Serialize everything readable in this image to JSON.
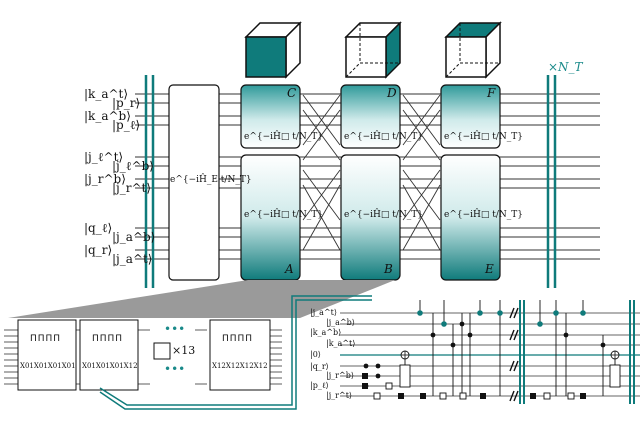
{
  "left_labels": [
    {
      "ket_a": "|k_a^t⟩",
      "ket_b": "|p_r⟩"
    },
    {
      "ket_a": "|k_a^b⟩",
      "ket_b": "|p_ℓ⟩"
    },
    {
      "ket_a": "|j_ℓ^t⟩",
      "ket_b": "|j_ℓ^b⟩"
    },
    {
      "ket_a": "|j_r^b⟩",
      "ket_b": "|j_r^t⟩"
    },
    {
      "ket_a": "|q_ℓ⟩",
      "ket_b": "|j_a^b⟩"
    },
    {
      "ket_a": "|q_r⟩",
      "ket_b": "|j_a^t⟩"
    }
  ],
  "electric_gate": "e^{−iĤ_E t/N_T}",
  "plaquette_gates": [
    {
      "top_letter": "C",
      "bottom_letter": "A",
      "top_expr": "e^{−iĤ□ t/N_T}",
      "bottom_expr": "e^{−iĤ□ t/N_T}"
    },
    {
      "top_letter": "D",
      "bottom_letter": "B",
      "top_expr": "e^{−iĤ□ t/N_T}",
      "bottom_expr": "e^{−iĤ□ t/N_T}"
    },
    {
      "top_letter": "F",
      "bottom_letter": "E",
      "top_expr": "e^{−iĤ□ t/N_T}",
      "bottom_expr": "e^{−iĤ□ t/N_T}"
    }
  ],
  "repeat_label": "×N_T",
  "zoom_blocks": [
    {
      "pi_row": "ΠΠΠΠ",
      "chi_row": "X01X01X01X01"
    },
    {
      "pi_row": "ΠΠΠΠ",
      "chi_row": "X01X01X01X12"
    },
    {
      "pi_row": "ΠΠΠΠ",
      "chi_row": "X12X12X12X12"
    }
  ],
  "dots": "•••",
  "multiplier": "×13",
  "zoom_right_labels": [
    "|j_a^t⟩",
    "|j_a^b⟩",
    "|k_a^b⟩",
    "|k_a^t⟩",
    "|0⟩",
    "|q_r⟩",
    "|j_r^b⟩",
    "|p_ℓ⟩",
    "|j_r^t⟩"
  ],
  "colors": {
    "teal": "#0f7b7b",
    "teal_light": "#9fd4d4",
    "grey": "#9a9a9a",
    "line": "#222222"
  }
}
